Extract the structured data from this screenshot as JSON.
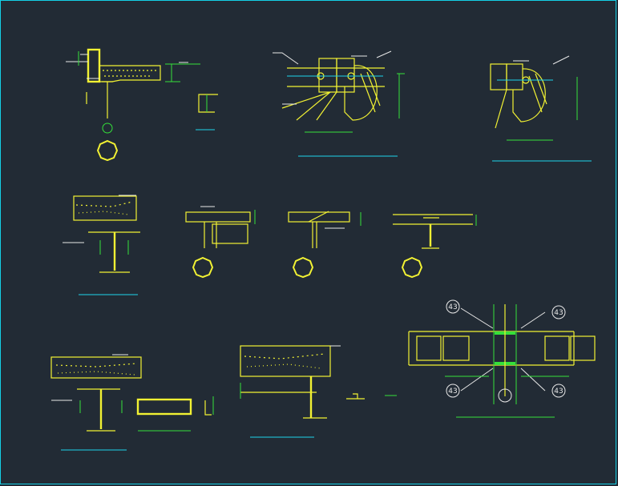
{
  "drawing": {
    "background": "#222b35",
    "frame_color": "#15d0e6",
    "colors": {
      "steel": "#f2f233",
      "leader": "#e8e8e8",
      "dimension": "#35e03a",
      "title_bar": "#1dd6ea"
    }
  },
  "callouts": {
    "top_left": "43",
    "bottom_left": "43",
    "top_right": "43",
    "bottom_right": "43"
  },
  "details": [
    {
      "name": "detail-edge-beam"
    },
    {
      "name": "detail-bracing-connection-1"
    },
    {
      "name": "detail-bracing-connection-2"
    },
    {
      "name": "detail-composite-beam-1"
    },
    {
      "name": "detail-slab-joint-1"
    },
    {
      "name": "detail-slab-joint-2"
    },
    {
      "name": "detail-beam-flange"
    },
    {
      "name": "detail-composite-beam-2"
    },
    {
      "name": "detail-composite-beam-3"
    },
    {
      "name": "detail-beam-splice"
    }
  ]
}
